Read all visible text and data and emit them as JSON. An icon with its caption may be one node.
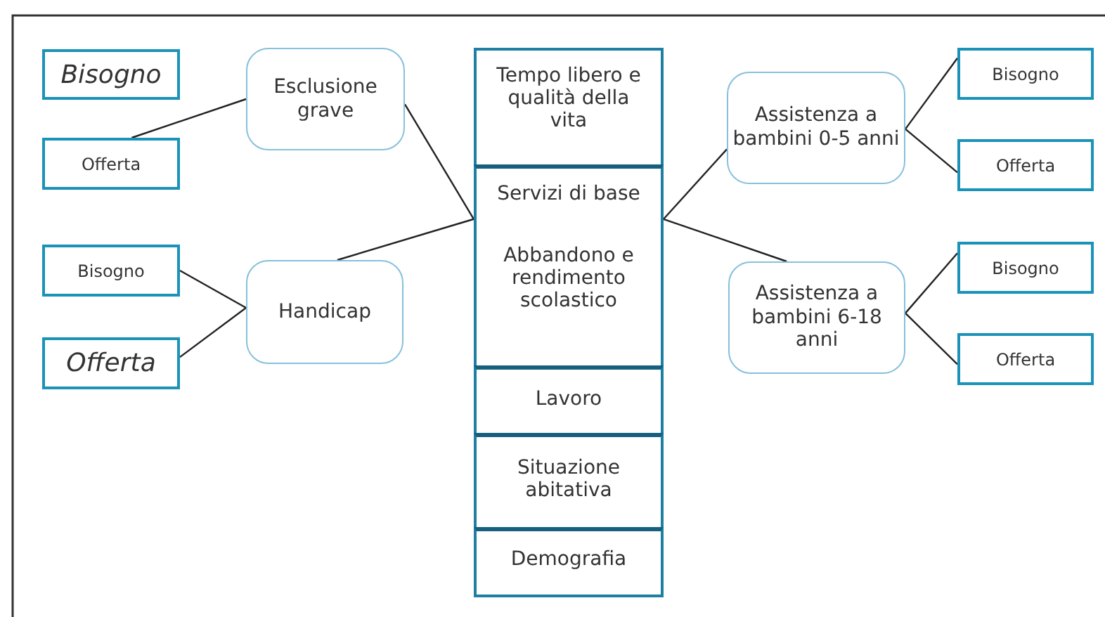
{
  "diagram": {
    "nodes": [
      {
        "text": [
          "Bisogno"
        ]
      },
      {
        "text": [
          "Esclusione grave"
        ]
      },
      {
        "text": [
          "Tempo libero e qualità della vita"
        ]
      },
      {
        "text": [
          "Assistenza a bambini 0-5 anni"
        ]
      },
      {
        "text": [
          "Bisogno"
        ]
      },
      {
        "text": [
          "Offerta"
        ]
      },
      {
        "text": [
          "Offerta"
        ]
      },
      {
        "text": [
          "Servizi di base",
          "Abbandono e rendimento scolastico"
        ]
      },
      {
        "text": [
          "Bisogno"
        ]
      },
      {
        "text": [
          "Handicap"
        ]
      },
      {
        "text": [
          "Assistenza a bambini 6-18 anni"
        ]
      },
      {
        "text": [
          "Bisogno"
        ]
      },
      {
        "text": [
          "Offerta"
        ]
      },
      {
        "text": [
          "Offerta"
        ]
      },
      {
        "text": [
          "Lavoro"
        ]
      },
      {
        "text": [
          "Situazione abitativa"
        ]
      },
      {
        "text": [
          "Demografia"
        ]
      }
    ],
    "edges": [
      {
        "from": 1,
        "to": 5,
        "arrow": "none"
      },
      {
        "from": 1,
        "to": 7,
        "arrow": "none"
      },
      {
        "from": 9,
        "to": 7,
        "arrow": "none"
      },
      {
        "from": 8,
        "to": 9,
        "arrow": "none"
      },
      {
        "from": 12,
        "to": 9,
        "arrow": "none"
      },
      {
        "from": 7,
        "to": 3,
        "arrow": "none"
      },
      {
        "from": 7,
        "to": 10,
        "arrow": "none"
      },
      {
        "from": 3,
        "to": 4,
        "arrow": "none"
      },
      {
        "from": 3,
        "to": 6,
        "arrow": "none"
      },
      {
        "from": 10,
        "to": 11,
        "arrow": "none"
      },
      {
        "from": 10,
        "to": 13,
        "arrow": "none"
      }
    ]
  }
}
